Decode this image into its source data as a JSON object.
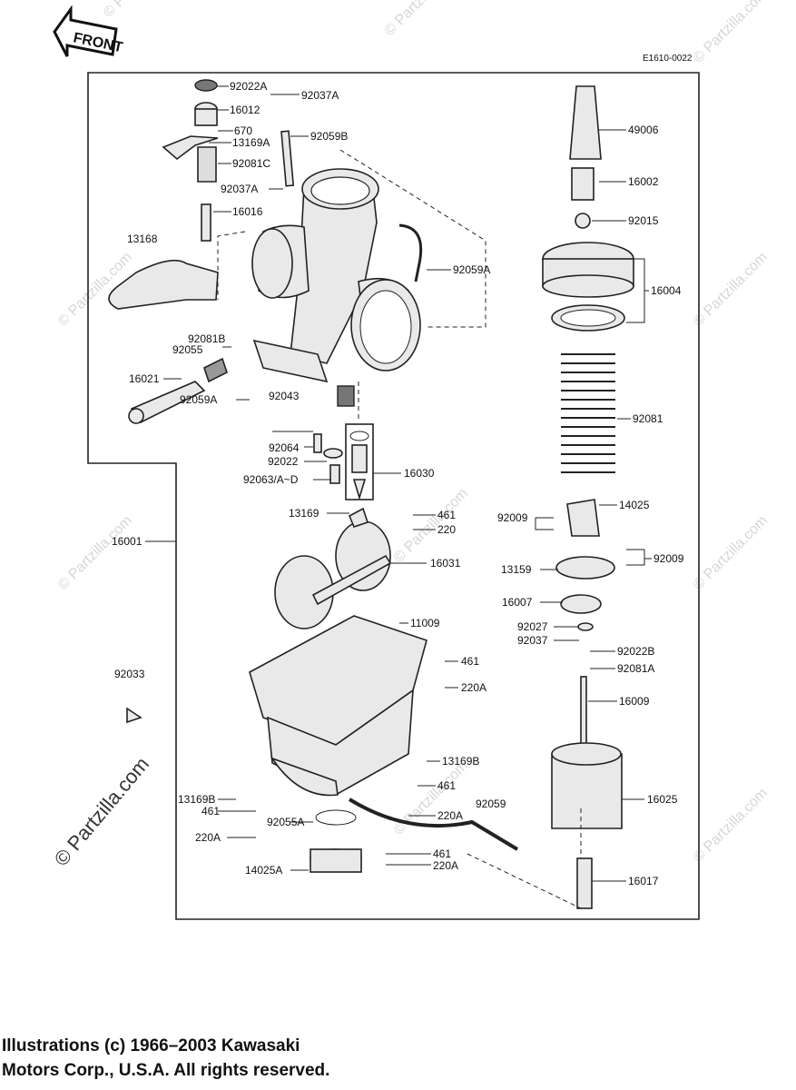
{
  "diagram_code": "E1610-0022",
  "front_label": "FRONT",
  "watermark": "© Partzilla.com",
  "copyright": {
    "line1": "Illustrations (c) 1966–2003 Kawasaki",
    "line2": "Motors Corp., U.S.A.  All rights reserved."
  },
  "labels": {
    "l92022A": "92022A",
    "l92037A_top": "92037A",
    "l16012": "16012",
    "l670": "670",
    "l13169A": "13169A",
    "l92059B": "92059B",
    "l92081C": "92081C",
    "l92037A_mid": "92037A",
    "l16016": "16016",
    "l13168": "13168",
    "l92059A_right": "92059A",
    "l92081B": "92081B",
    "l92055": "92055",
    "l16021": "16021",
    "l92059A_left": "92059A",
    "l92043": "92043",
    "l92064": "92064",
    "l92022": "92022",
    "l92063": "92063/A~D",
    "l16030": "16030",
    "l13169": "13169",
    "l461_a": "461",
    "l220": "220",
    "l16001": "16001",
    "l16031": "16031",
    "l11009": "11009",
    "l461_b": "461",
    "l220A_b": "220A",
    "l92033": "92033",
    "l13169B_r": "13169B",
    "l13169B_l": "13169B",
    "l461_c": "461",
    "l461_d": "461",
    "l92055A": "92055A",
    "l220A_c": "220A",
    "l220A_d": "220A",
    "l92059": "92059",
    "l461_e": "461",
    "l220A_e": "220A",
    "l14025A": "14025A",
    "l49006": "49006",
    "l16002": "16002",
    "l92015": "92015",
    "l16004": "16004",
    "l92081": "92081",
    "l14025": "14025",
    "l92009_a": "92009",
    "l92009_b": "92009",
    "l13159": "13159",
    "l16007": "16007",
    "l92027": "92027",
    "l92037": "92037",
    "l92022B": "92022B",
    "l92081A": "92081A",
    "l16009": "16009",
    "l16025": "16025",
    "l16017": "16017"
  }
}
